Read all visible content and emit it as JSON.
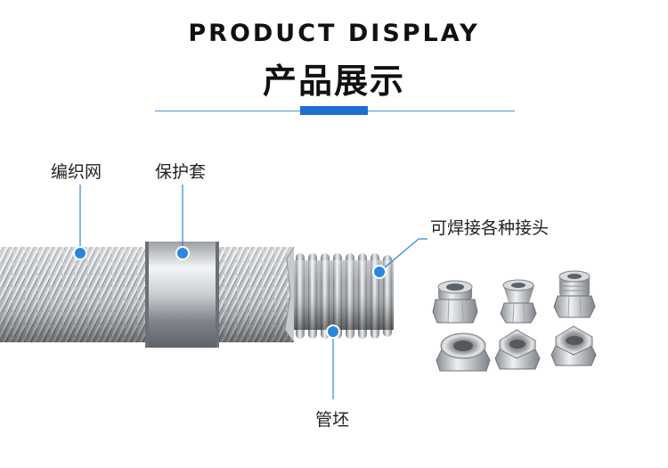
{
  "header": {
    "title_en": "PRODUCT DISPLAY",
    "title_cn": "产品展示"
  },
  "labels": {
    "braided_mesh": "编织网",
    "protective_sleeve": "保护套",
    "weldable_fittings": "可焊接各种接头",
    "tube_blank": "管坯"
  },
  "colors": {
    "accent": "#1c6fd1",
    "line": "#4a90d9",
    "callout_dot": "#2b86e0"
  }
}
